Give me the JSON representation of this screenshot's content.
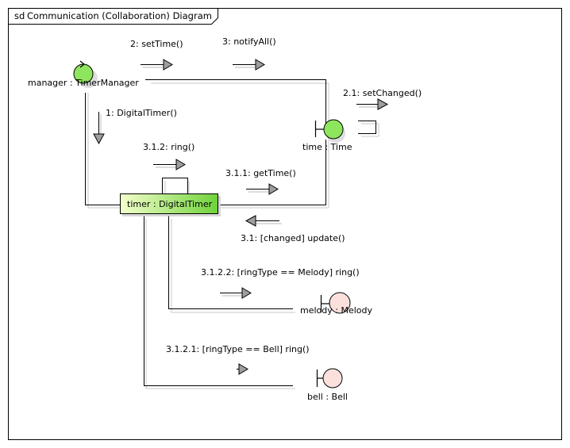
{
  "diagram": {
    "title": "Communication (Collaboration) Diagram",
    "frame_kind": "sd"
  },
  "lifelines": {
    "manager": {
      "label": "manager : TimerManager",
      "kind": "control"
    },
    "time": {
      "label": "time : Time",
      "kind": "boundary"
    },
    "timer": {
      "label": "timer : DigitalTimer",
      "kind": "class"
    },
    "melody": {
      "label": "melody : Melody",
      "kind": "boundary"
    },
    "bell": {
      "label": "bell : Bell",
      "kind": "boundary"
    }
  },
  "messages": {
    "m2": "2: setTime()",
    "m3": "3: notifyAll()",
    "m21": "2.1: setChanged()",
    "m1": "1: DigitalTimer()",
    "m312": "3.1.2: ring()",
    "m311": "3.1.1: getTime()",
    "m31": "3.1: [changed] update()",
    "m3122": "3.1.2.2: [ringType == Melody] ring()",
    "m3121": "3.1.2.1: [ringType == Bell] ring()"
  },
  "colors": {
    "control_fill": "#8ee65f",
    "boundary_fill": "#8ee65f",
    "entity_fill": "#fbe0dc",
    "class_gradient_start": "#f4ffcc",
    "class_gradient_end": "#6fd23a",
    "arrow_fill": "#9e9e9e"
  }
}
